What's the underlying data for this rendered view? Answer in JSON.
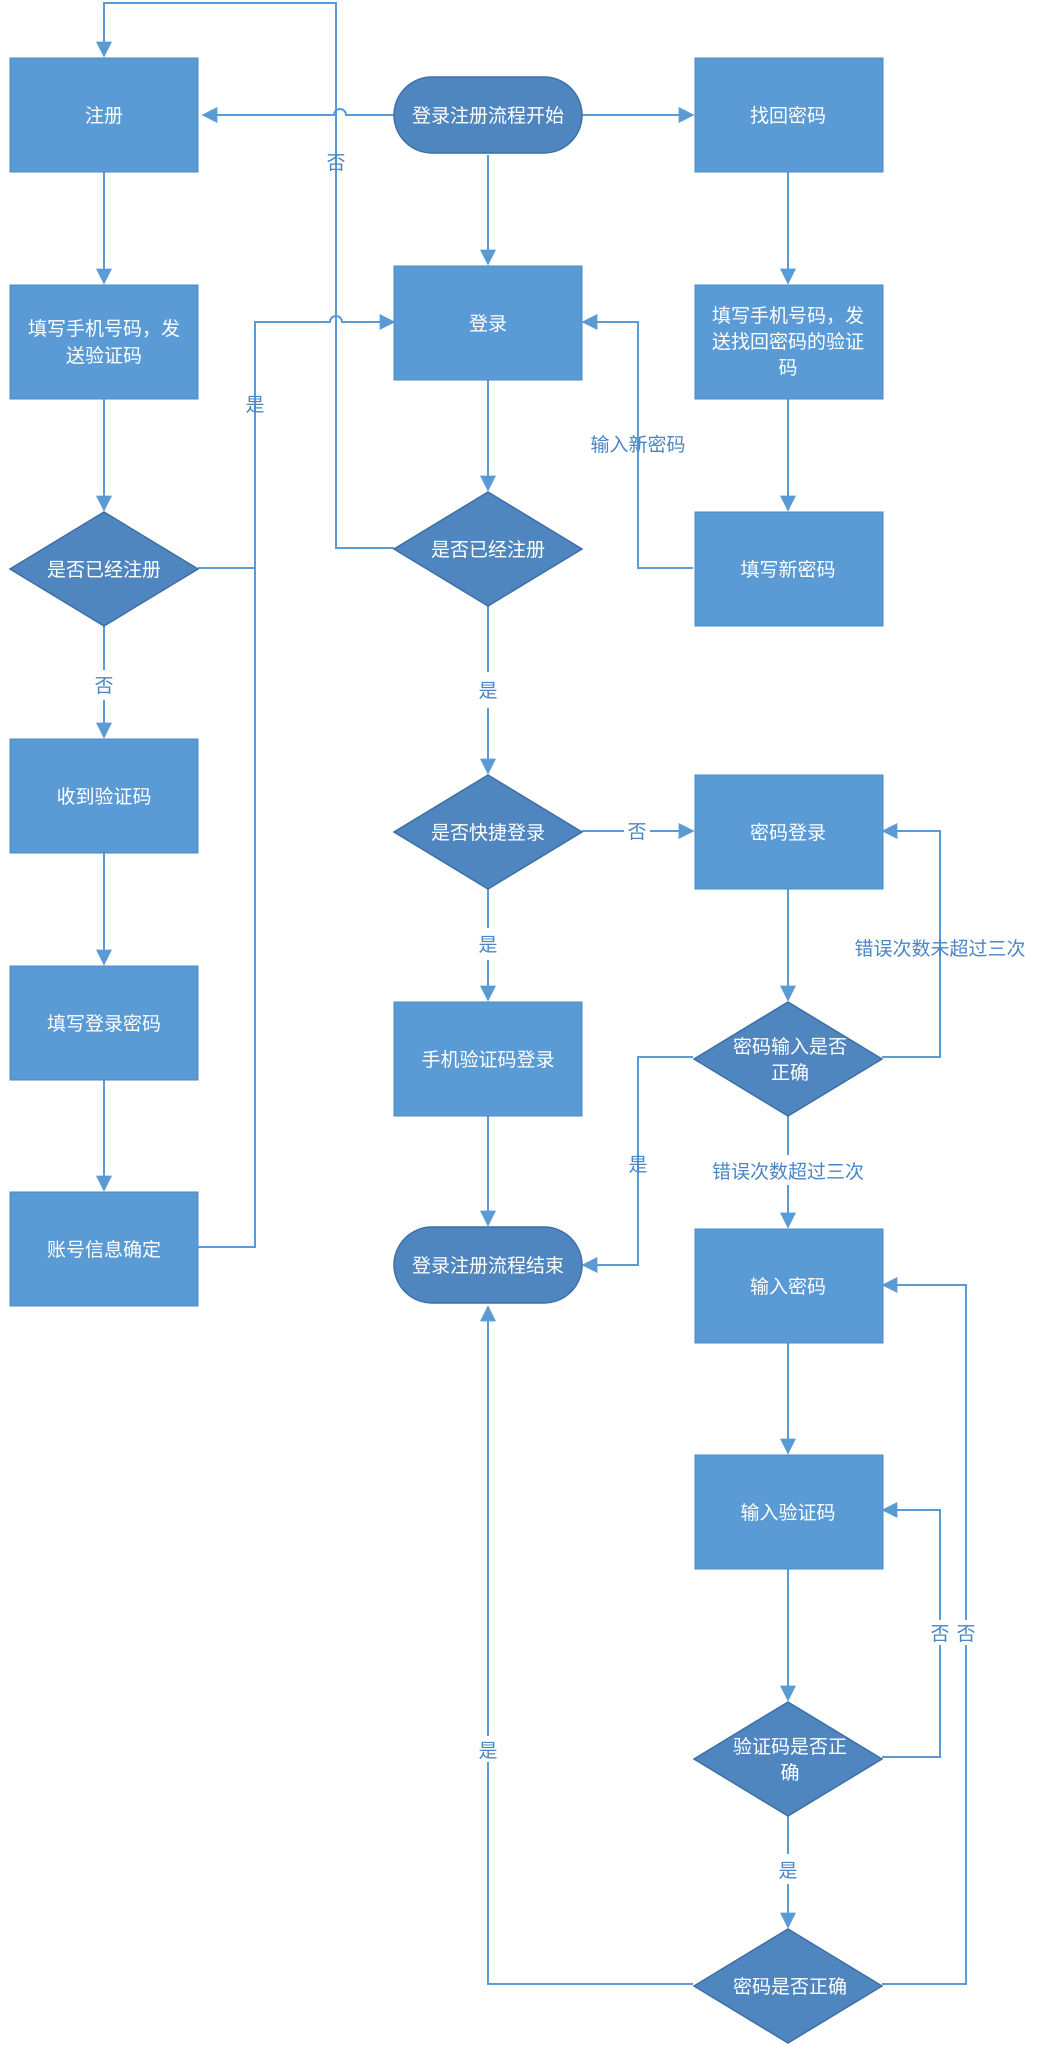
{
  "colors": {
    "process_fill": "#5b9bd5",
    "decision_fill": "#4f86bf",
    "terminal_fill": "#4f86bf",
    "line": "#5b9bd5",
    "label": "#4a86c5"
  },
  "nodes": {
    "start": "登录注册流程开始",
    "register": "注册",
    "find_password": "找回密码",
    "fill_phone_1": "填写手机号码，发",
    "fill_phone_2": "送验证码",
    "login": "登录",
    "fill_phone_reset_1": "填写手机号码，发",
    "fill_phone_reset_2": "送找回密码的验证",
    "fill_phone_reset_3": "码",
    "is_registered_left": "是否已经注册",
    "is_registered_center": "是否已经注册",
    "fill_new_password": "填写新密码",
    "receive_code": "收到验证码",
    "quick_login": "是否快捷登录",
    "password_login": "密码登录",
    "set_login_password": "填写登录密码",
    "sms_login": "手机验证码登录",
    "password_correct_1": "密码输入是否",
    "password_correct_2": "正确",
    "account_confirm": "账号信息确定",
    "end": "登录注册流程结束",
    "enter_password": "输入密码",
    "enter_code": "输入验证码",
    "code_correct_1": "验证码是否正",
    "code_correct_2": "确",
    "final_password_correct": "密码是否正确"
  },
  "edge_labels": {
    "no_top": "否",
    "yes_left": "是",
    "new_password": "输入新密码",
    "no_left": "否",
    "yes_center": "是",
    "no_quick": "否",
    "yes_quick": "是",
    "errors_not_exceeded": "错误次数未超过三次",
    "yes_password": "是",
    "errors_exceeded": "错误次数超过三次",
    "no_code": "否",
    "no_final": "否",
    "yes_final": "是",
    "yes_code": "是"
  }
}
